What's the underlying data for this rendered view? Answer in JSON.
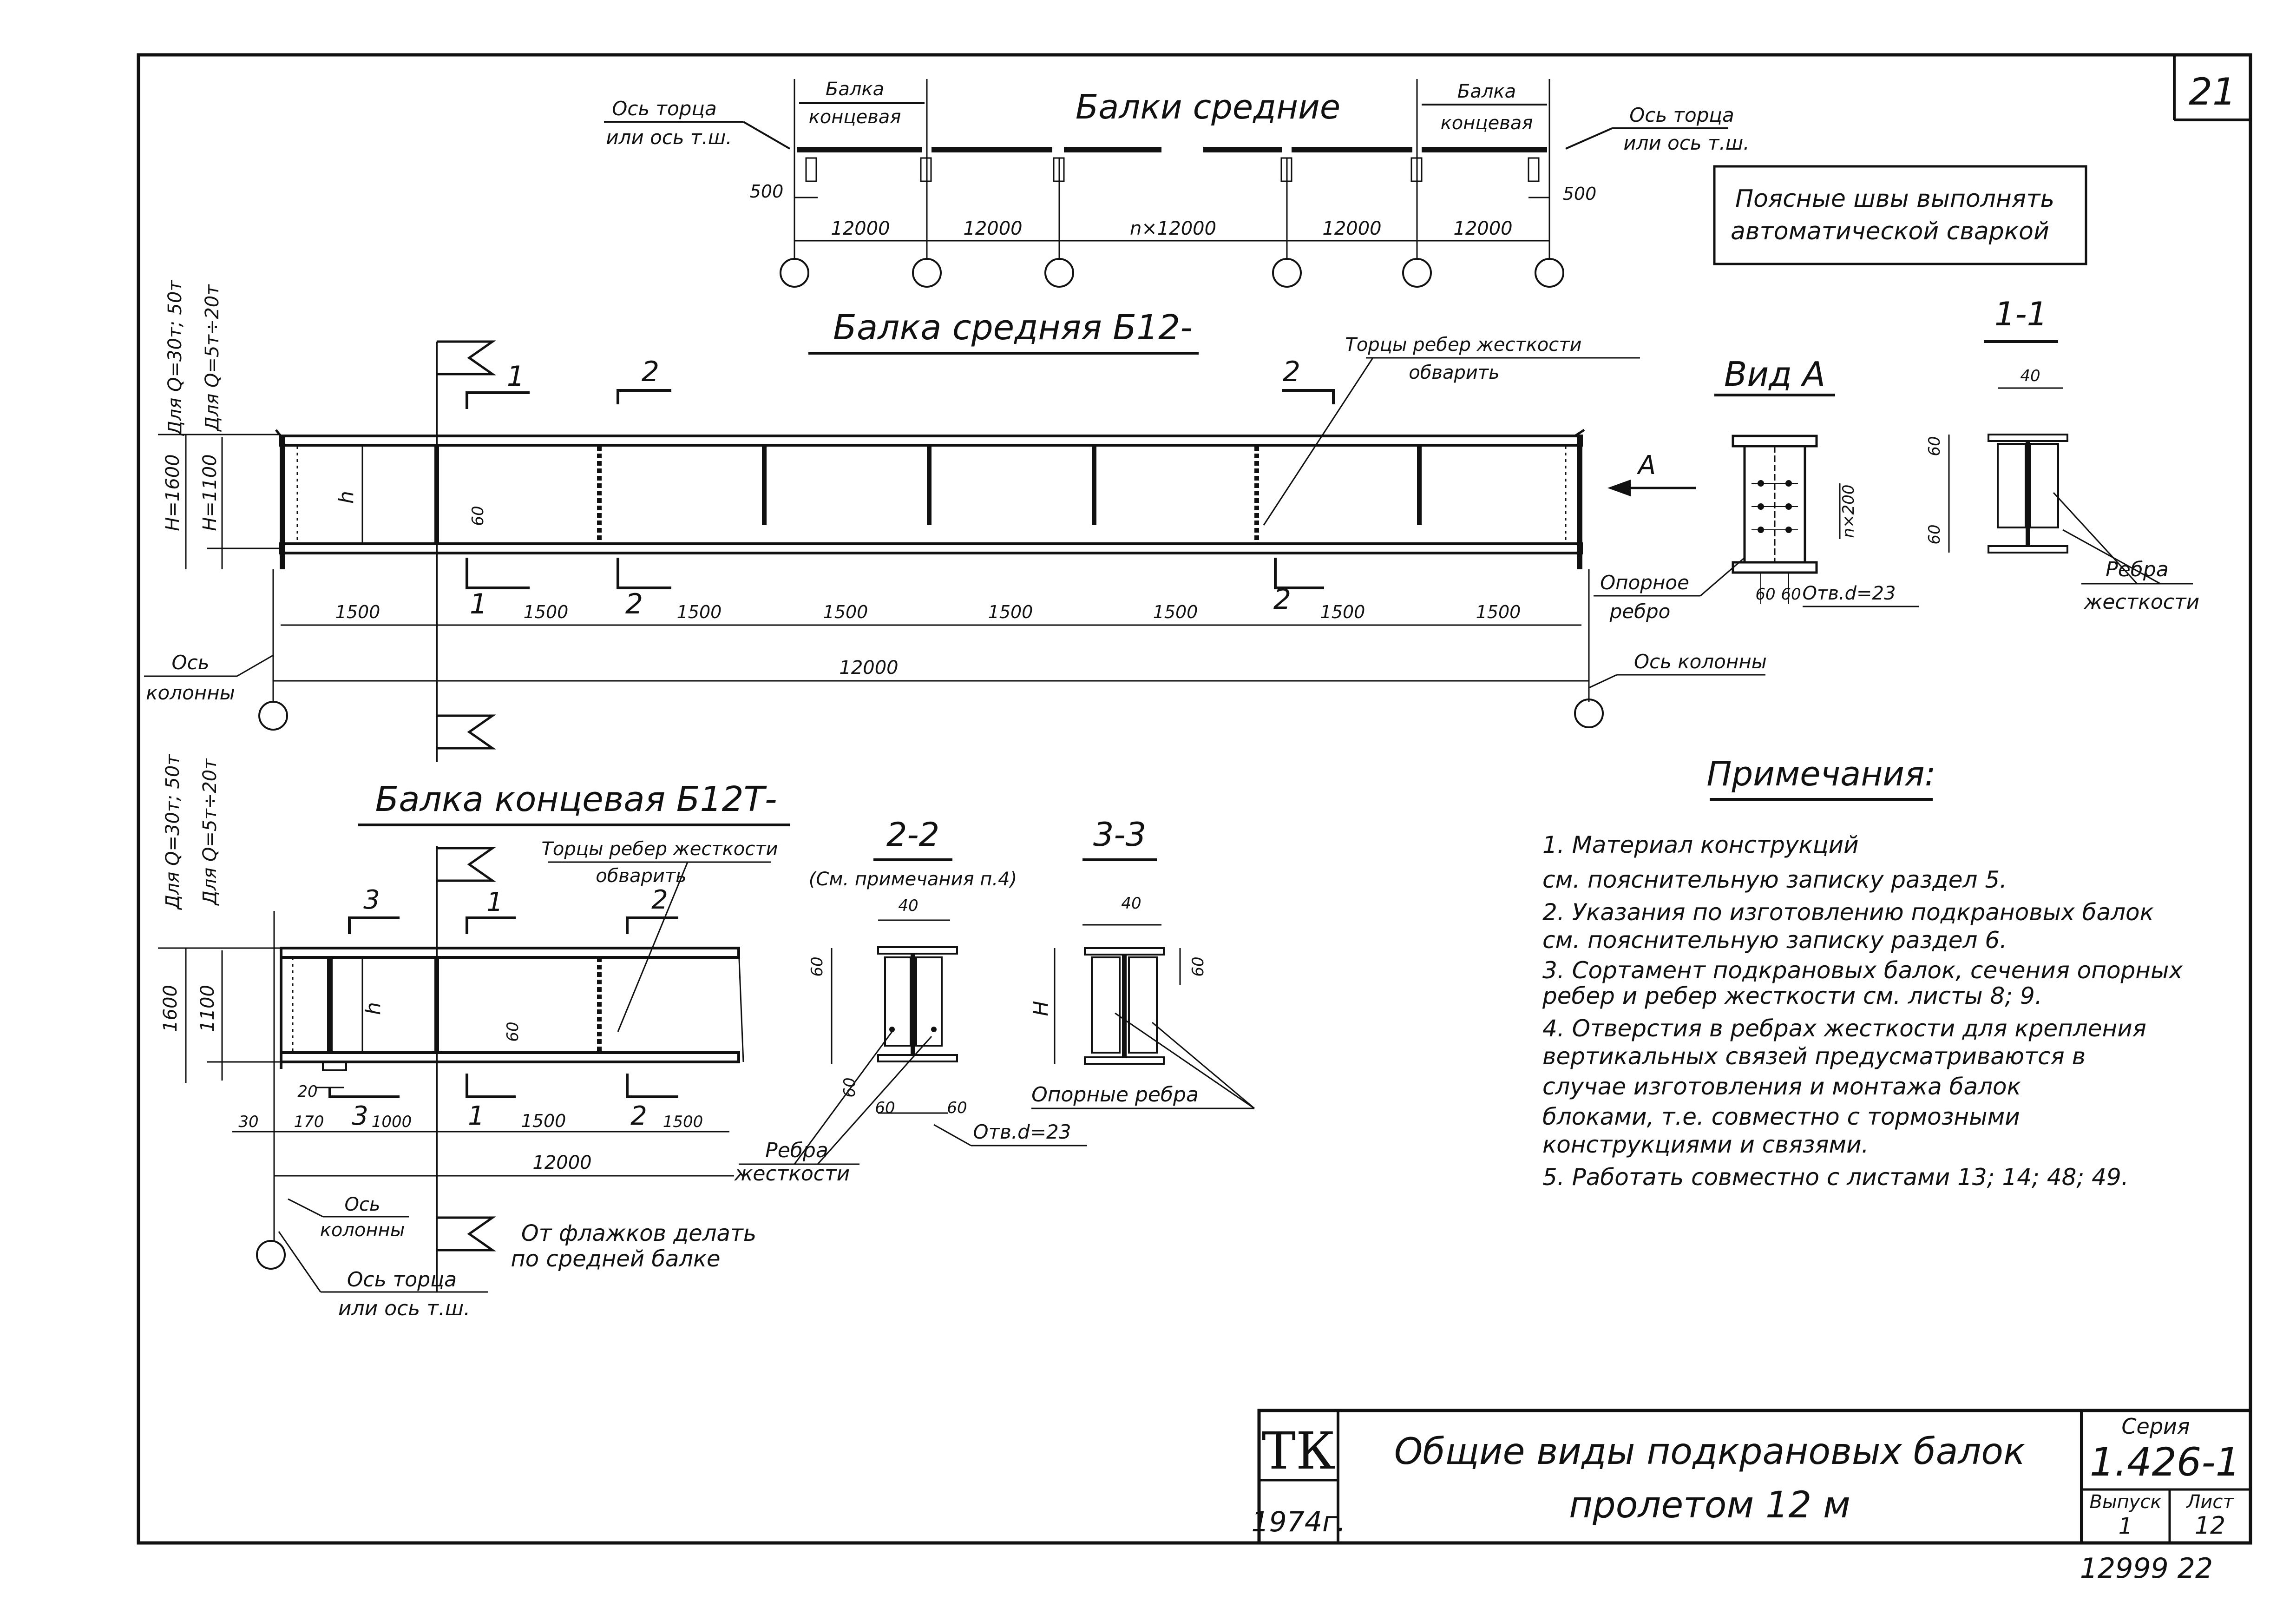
{
  "sheet_corner": "21",
  "top_scheme": {
    "left_end_label_1": "Балка",
    "left_end_label_2": "концевая",
    "right_end_label_1": "Балка",
    "right_end_label_2": "концевая",
    "title": "Балки средние",
    "left_axis_1": "Ось торца",
    "left_axis_2": "или ось т.ш.",
    "right_axis_1": "Ось торца",
    "right_axis_2": "или ось т.ш.",
    "dims": [
      "12000",
      "12000",
      "n×12000",
      "12000",
      "12000"
    ],
    "left_offset": "500",
    "right_offset": "500"
  },
  "welding_note": [
    "Поясные швы выполнять",
    "автоматической сваркой"
  ],
  "middle_beam": {
    "title": "Балка средняя Б12-",
    "load_label_1": "Для Q=30т; 50т",
    "load_label_2": "Для Q=5т÷20т",
    "height_1": "H=1600",
    "height_2": "H=1100",
    "h": "h",
    "dim_60": "60",
    "stiffener_note_1": "Торцы ребер жесткости",
    "stiffener_note_2": "обварить",
    "section_marks": [
      "1",
      "2",
      "2",
      "1",
      "2",
      "2"
    ],
    "spans": [
      "1500",
      "1500",
      "1500",
      "1500",
      "1500",
      "1500",
      "1500",
      "1500"
    ],
    "total": "12000",
    "left_axis_1": "Ось",
    "left_axis_2": "колонны",
    "right_axis": "Ось колонны",
    "view_arrow": "А"
  },
  "view_a": {
    "title": "Вид А",
    "support_rib_1": "Опорное",
    "support_rib_2": "ребро",
    "dim_n200": "n×200",
    "dim_60a": "60",
    "dim_60b": "60",
    "holes": "Отв.d=23"
  },
  "section_1_1": {
    "title": "1-1",
    "dim_40": "40",
    "dim_60a": "60",
    "dim_60b": "60",
    "ribs_1": "Ребра",
    "ribs_2": "жесткости"
  },
  "end_beam": {
    "title": "Балка концевая Б12Т-",
    "load_label_1": "Для Q=30т; 50т",
    "load_label_2": "Для Q=5т÷20т",
    "height_1": "1600",
    "height_2": "1100",
    "h": "h",
    "dim_60": "60",
    "stiffener_note_1": "Торцы ребер жесткости",
    "stiffener_note_2": "обварить",
    "section_marks": [
      "3",
      "1",
      "2",
      "3",
      "1",
      "2"
    ],
    "dims": [
      "30",
      "170",
      "1000",
      "1500",
      "1500"
    ],
    "dim_20": "20",
    "total": "12000",
    "left_axis_1": "Ось",
    "left_axis_2": "колонны",
    "end_axis_1": "Ось торца",
    "end_axis_2": "или ось т.ш.",
    "flag_note_1": "От флажков делать",
    "flag_note_2": "по средней балке"
  },
  "section_2_2": {
    "title": "2-2",
    "note": "(См. примечания п.4)",
    "dim_40": "40",
    "dim_60a": "60",
    "dim_60b": "60",
    "dim_60c": "60",
    "dim_60d": "60",
    "holes": "Отв.d=23",
    "ribs_1": "Ребра",
    "ribs_2": "жесткости"
  },
  "section_3_3": {
    "title": "3-3",
    "dim_40": "40",
    "dim_60": "60",
    "h_label": "H",
    "support_ribs": "Опорные ребра"
  },
  "notes": {
    "title": "Примечания:",
    "items": [
      "1.  Материал конструкций",
      "     см. пояснительную записку раздел 5.",
      "2.  Указания по изготовлению подкрановых балок",
      "     см. пояснительную записку раздел 6.",
      "3.  Сортамент подкрановых балок, сечения опорных",
      "     ребер и ребер жесткости  см. листы 8; 9.",
      "4.  Отверстия в ребрах жесткости для крепления",
      "     вертикальных связей предусматриваются в",
      "     случае изготовления и монтажа балок",
      "     блоками, т.е. совместно с тормозными",
      "     конструкциями и связями.",
      "5.  Работать совместно с листами 13; 14; 48; 49."
    ]
  },
  "title_block": {
    "org": "ТК",
    "year": "1974г.",
    "title_1": "Общие виды подкрановых балок",
    "title_2": "пролетом 12 м",
    "series_label": "Серия",
    "series": "1.426-1",
    "issue_label": "Выпуск",
    "issue": "1",
    "sheet_label": "Лист",
    "sheet": "12",
    "doc_number": "12999  22"
  }
}
